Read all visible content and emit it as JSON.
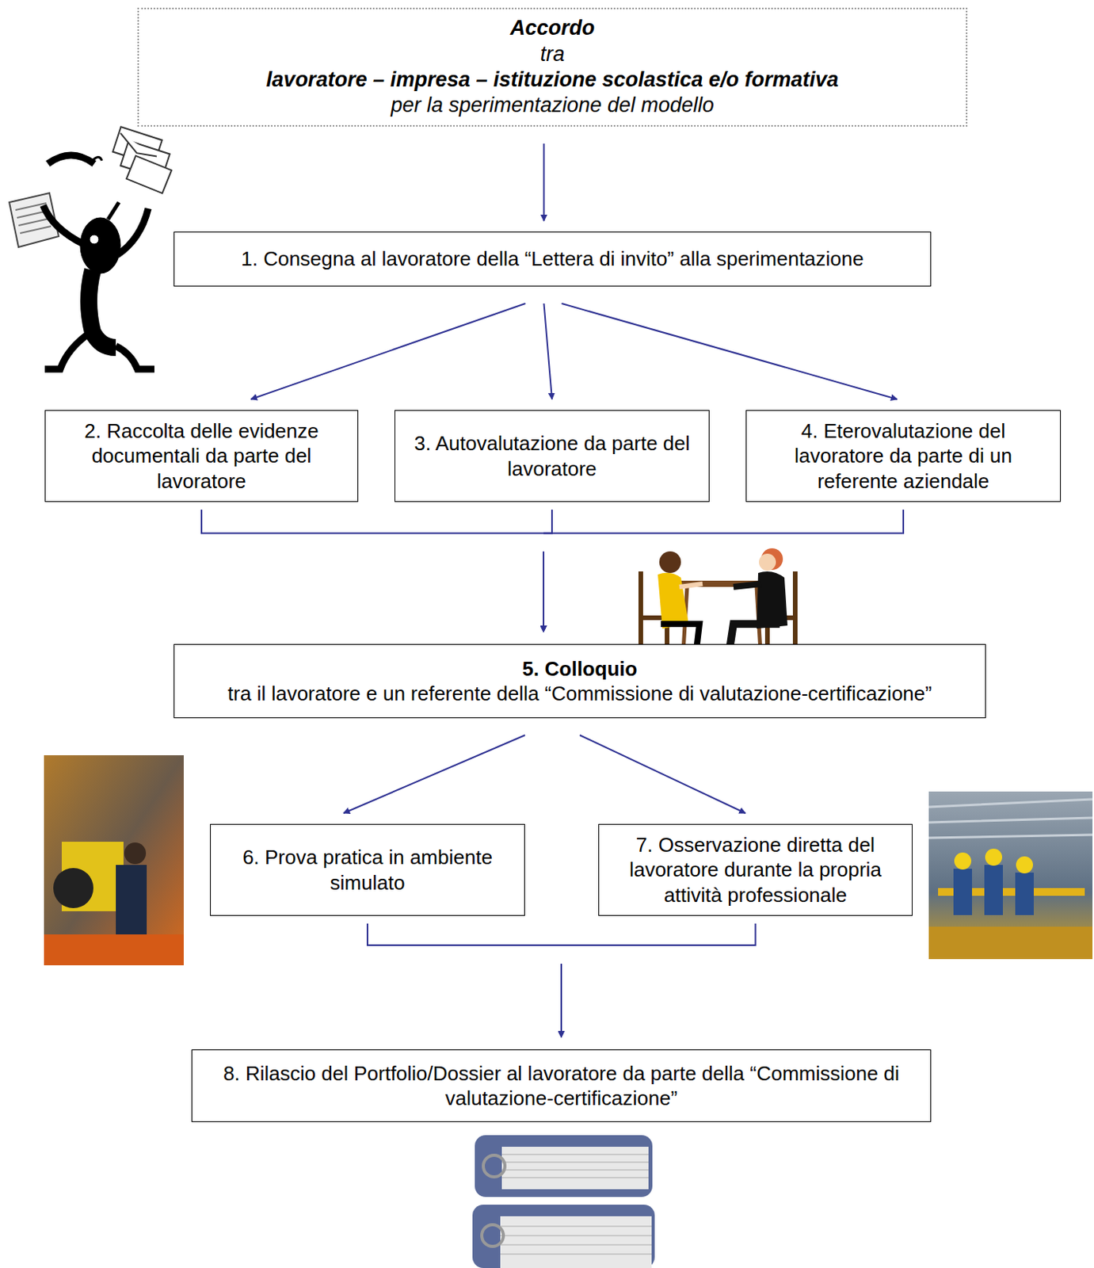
{
  "diagram": {
    "nodes": [
      {
        "text": [
          "Accordo",
          "tra",
          "lavoratore – impresa – istituzione scolastica e/o formativa",
          "per la sperimentazione del modello"
        ]
      },
      {
        "text": [
          "1. Consegna al lavoratore della “Lettera di invito” alla sperimentazione"
        ]
      },
      {
        "text": [
          "2. Raccolta delle evidenze documentali da parte del lavoratore"
        ]
      },
      {
        "text": [
          "3. Autovalutazione da parte del lavoratore"
        ]
      },
      {
        "text": [
          "4. Eterovalutazione del lavoratore da parte di un referente aziendale"
        ]
      },
      {
        "text": [
          "5. Colloquio",
          "tra il lavoratore e un referente della “Commissione di valutazione-certificazione”"
        ]
      },
      {
        "text": [
          "6. Prova pratica in ambiente simulato"
        ]
      },
      {
        "text": [
          "7. Osservazione diretta del lavoratore durante la propria attività professionale"
        ]
      },
      {
        "text": [
          "8. Rilascio del Portfolio/Dossier al lavoratore da parte della “Commissione di valutazione-certificazione”"
        ]
      }
    ],
    "edges": [
      {
        "from": 0,
        "to": 1,
        "arrow": "to"
      },
      {
        "from": 1,
        "to": 2,
        "arrow": "to"
      },
      {
        "from": 1,
        "to": 3,
        "arrow": "to"
      },
      {
        "from": 1,
        "to": 4,
        "arrow": "to"
      },
      {
        "from": 2,
        "to": 5,
        "arrow": "to"
      },
      {
        "from": 3,
        "to": 5,
        "arrow": "to"
      },
      {
        "from": 4,
        "to": 5,
        "arrow": "to"
      },
      {
        "from": 5,
        "to": 6,
        "arrow": "to"
      },
      {
        "from": 5,
        "to": 7,
        "arrow": "to"
      },
      {
        "from": 6,
        "to": 8,
        "arrow": "to"
      },
      {
        "from": 7,
        "to": 8,
        "arrow": "to"
      }
    ]
  }
}
